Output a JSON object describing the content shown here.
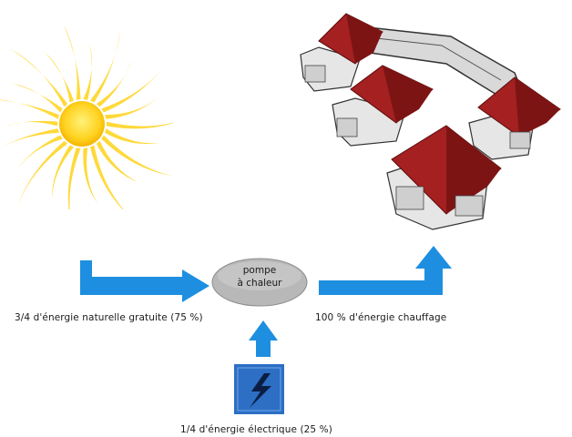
{
  "diagram": {
    "pump_label_line1": "pompe",
    "pump_label_line2": "à chaleur",
    "label_natural": "3/4 d'énergie naturelle gratuite (75 %)",
    "label_heating": "100 % d'énergie chauffage",
    "label_electric": "1/4 d'énergie électrique (25 %)"
  },
  "colors": {
    "arrow": "#1e8fe0",
    "sun": "#ffd21f",
    "roof": "#a52020",
    "pump": "#b8b8b8",
    "electric_box": "#2d6fc4"
  }
}
